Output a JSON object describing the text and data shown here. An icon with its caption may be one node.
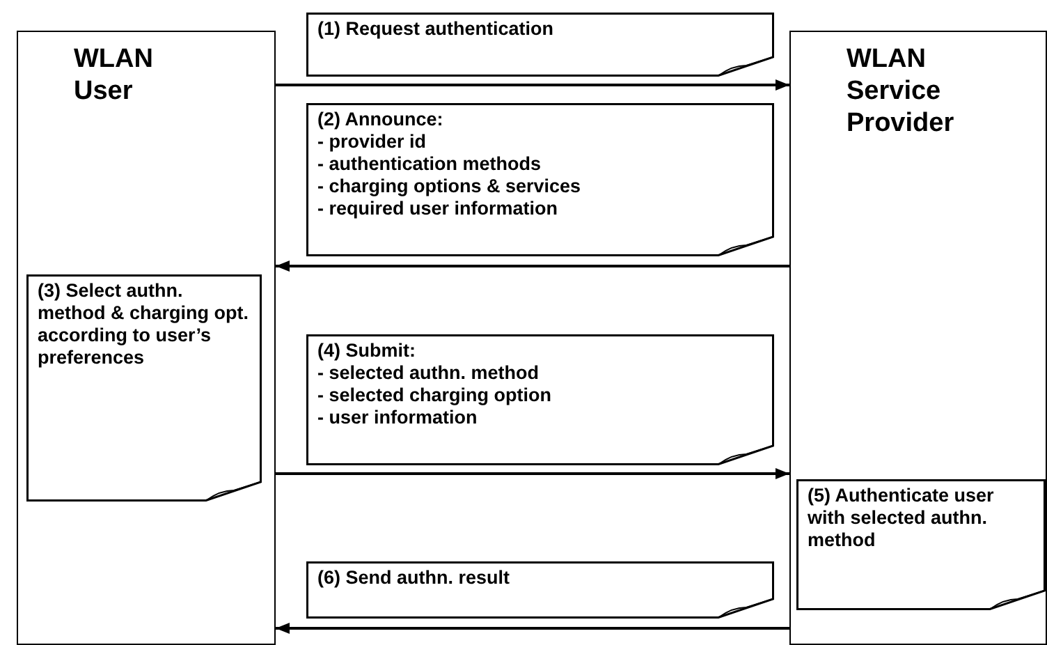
{
  "diagram": {
    "nodes": [
      {
        "text": [
          "WLAN User"
        ]
      },
      {
        "text": [
          "WLAN Service Provider"
        ]
      },
      {
        "text": [
          "(1) Request authentication"
        ]
      },
      {
        "text": [
          "(2) Announce:",
          "- provider id",
          "- authentication methods",
          "- charging options & services",
          "- required user information"
        ]
      },
      {
        "text": [
          "(3) Select authn. method & charging opt. according to user’s preferences"
        ],
        "in": 0
      },
      {
        "text": [
          "(4) Submit:",
          "- selected authn. method",
          "- selected charging option",
          "- user information"
        ]
      },
      {
        "text": [
          "(5) Authenticate user with selected authn. method"
        ],
        "in": 1
      },
      {
        "text": [
          "(6) Send authn. result"
        ]
      }
    ],
    "edges": [
      {
        "from": 0,
        "to": 1,
        "arrow": "to"
      },
      {
        "from": 1,
        "to": 0,
        "arrow": "to"
      },
      {
        "from": 0,
        "to": 1,
        "arrow": "to"
      },
      {
        "from": 1,
        "to": 0,
        "arrow": "to"
      }
    ]
  }
}
